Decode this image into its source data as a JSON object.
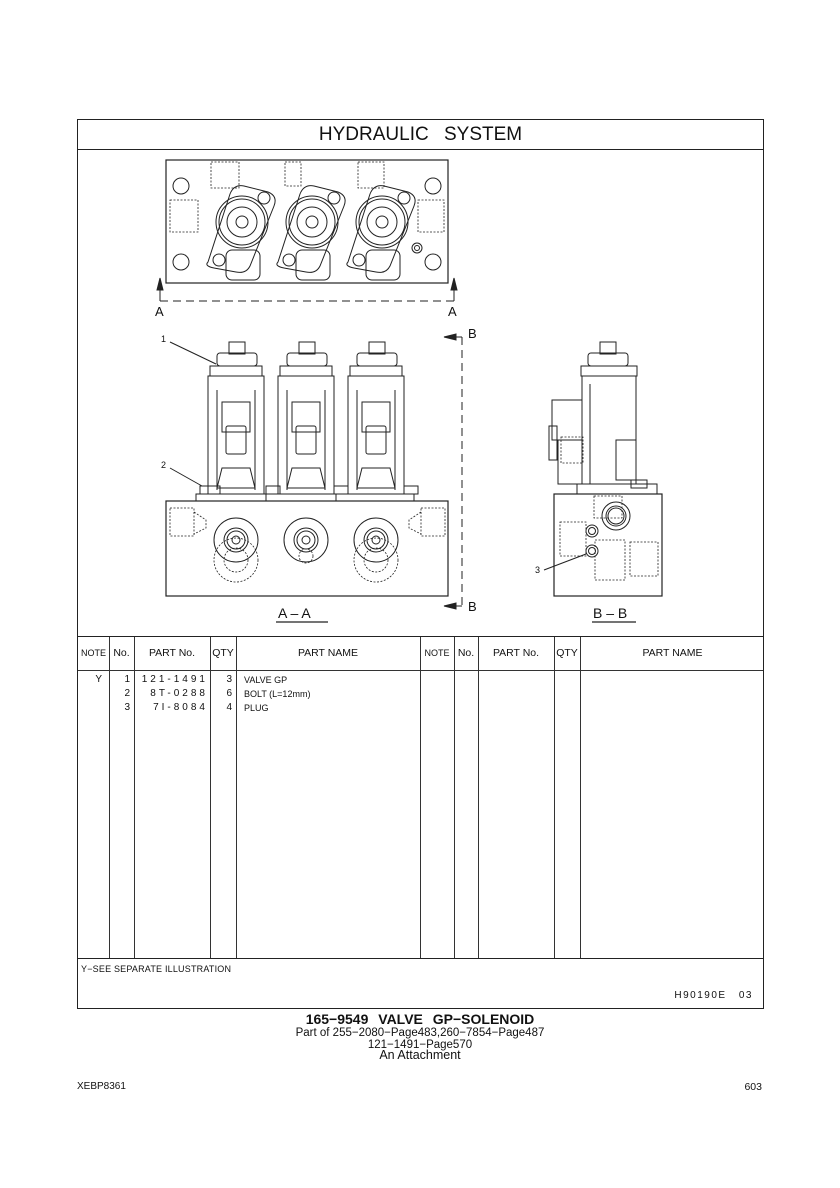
{
  "page": {
    "section_title": "HYDRAULIC  SYSTEM"
  },
  "drawing": {
    "view_labels": {
      "top_left_marker": "A",
      "top_right_marker": "A",
      "section_marker_top": "B",
      "section_marker_bottom": "B",
      "section_a_a": "A – A",
      "section_b_b": "B – B"
    },
    "callouts": [
      "1",
      "2",
      "3"
    ]
  },
  "table": {
    "headers": {
      "note": "NOTE",
      "no": "No.",
      "part_no": "PART No.",
      "qty": "QTY",
      "part_name": "PART NAME"
    },
    "rows": [
      {
        "note": "Y",
        "no": "1",
        "part_no": "121-1491",
        "qty": "3",
        "part_name": "VALVE  GP"
      },
      {
        "note": "",
        "no": "2",
        "part_no": "8T-0288",
        "qty": "6",
        "part_name": "BOLT (L=12mm)"
      },
      {
        "note": "",
        "no": "3",
        "part_no": "7I-8084",
        "qty": "4",
        "part_name": "PLUG"
      }
    ],
    "footnote": "Y−SEE  SEPARATE  ILLUSTRATION",
    "figure_id": "H90190E   03"
  },
  "caption": {
    "title": "165−9549   VALVE  GP−SOLENOID",
    "line1": "Part of 255−2080−Page483,260−7854−Page487",
    "line2": "121−1491−Page570",
    "line3": "An Attachment"
  },
  "footer": {
    "doc_code": "XEBP8361",
    "page_number": "603"
  }
}
